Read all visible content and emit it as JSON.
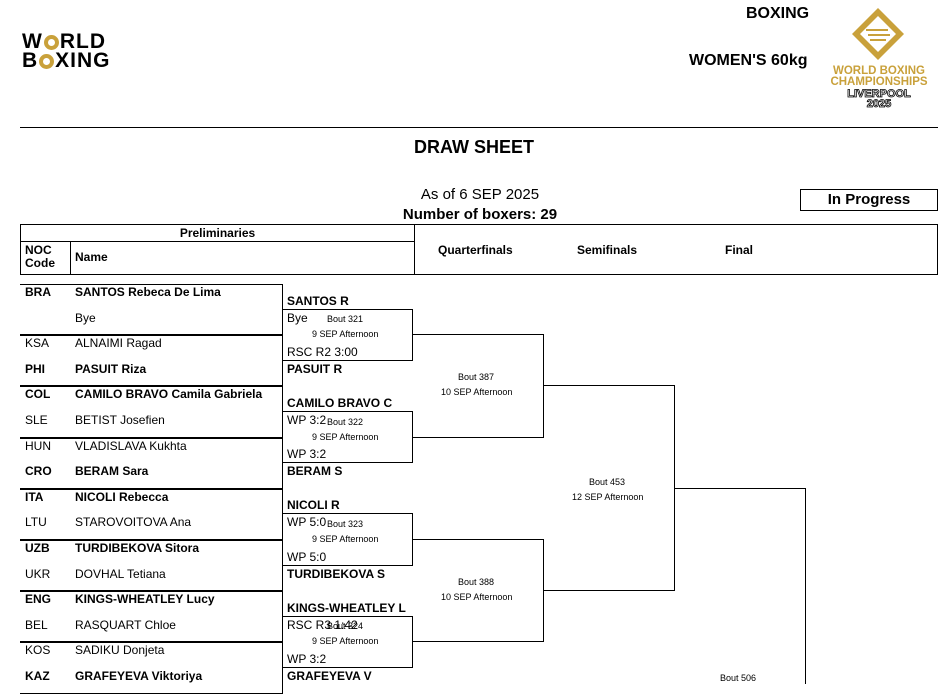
{
  "header": {
    "logo_line1a": "W",
    "logo_line1b": "RLD",
    "logo_line2a": "B",
    "logo_line2b": "XING",
    "sport": "BOXING",
    "event": "WOMEN'S 60kg",
    "champ_line1": "WORLD BOXING",
    "champ_line2": "CHAMPIONSHIPS",
    "champ_line3": "LIVERPOOL",
    "champ_line4": "2025",
    "brand_color": "#c9a13b"
  },
  "sheet": {
    "title": "DRAW SHEET",
    "as_of": "As of 6 SEP 2025",
    "num_boxers": "Number of boxers: 29",
    "status": "In Progress"
  },
  "table_header": {
    "preliminaries": "Preliminaries",
    "noc_code_1": "NOC",
    "noc_code_2": "Code",
    "name": "Name",
    "quarterfinals": "Quarterfinals",
    "semifinals": "Semifinals",
    "final": "Final"
  },
  "entries": [
    {
      "noc": "BRA",
      "name": "SANTOS Rebeca De Lima",
      "winner": true
    },
    {
      "noc": "",
      "name": "Bye",
      "winner": false
    },
    {
      "noc": "KSA",
      "name": "ALNAIMI Ragad",
      "winner": false
    },
    {
      "noc": "PHI",
      "name": "PASUIT Riza",
      "winner": true
    },
    {
      "noc": "COL",
      "name": "CAMILO BRAVO Camila Gabriela",
      "winner": true
    },
    {
      "noc": "SLE",
      "name": "BETIST Josefien",
      "winner": false
    },
    {
      "noc": "HUN",
      "name": "VLADISLAVA Kukhta",
      "winner": false
    },
    {
      "noc": "CRO",
      "name": "BERAM Sara",
      "winner": true
    },
    {
      "noc": "ITA",
      "name": "NICOLI Rebecca",
      "winner": true
    },
    {
      "noc": "LTU",
      "name": "STAROVOITOVA Ana",
      "winner": false
    },
    {
      "noc": "UZB",
      "name": "TURDIBEKOVA Sitora",
      "winner": true
    },
    {
      "noc": "UKR",
      "name": "DOVHAL Tetiana",
      "winner": false
    },
    {
      "noc": "ENG",
      "name": "KINGS-WHEATLEY Lucy",
      "winner": true
    },
    {
      "noc": "BEL",
      "name": "RASQUART Chloe",
      "winner": false
    },
    {
      "noc": "KOS",
      "name": "SADIKU Donjeta",
      "winner": false
    },
    {
      "noc": "KAZ",
      "name": "GRAFEYEVA Viktoriya",
      "winner": true
    }
  ],
  "prelim_results": [
    {
      "winner": "SANTOS R",
      "result": "Bye"
    },
    {
      "winner": "PASUIT R",
      "result": "RSC R2 3:00"
    },
    {
      "winner": "CAMILO BRAVO C",
      "result": "WP 3:2"
    },
    {
      "winner": "BERAM S",
      "result": "WP 3:2"
    },
    {
      "winner": "NICOLI R",
      "result": "WP 5:0"
    },
    {
      "winner": "TURDIBEKOVA S",
      "result": "WP 5:0"
    },
    {
      "winner": "KINGS-WHEATLEY L",
      "result": "RSC R3 1:42"
    },
    {
      "winner": "GRAFEYEVA V",
      "result": "WP 3:2"
    }
  ],
  "bouts_r16": [
    {
      "bout": "Bout  321",
      "time": "9 SEP Afternoon"
    },
    {
      "bout": "Bout  322",
      "time": "9 SEP Afternoon"
    },
    {
      "bout": "Bout  323",
      "time": "9 SEP Afternoon"
    },
    {
      "bout": "Bout  324",
      "time": "9 SEP Afternoon"
    }
  ],
  "bouts_qf": [
    {
      "bout": "Bout  387",
      "time": "10 SEP Afternoon"
    },
    {
      "bout": "Bout  388",
      "time": "10 SEP Afternoon"
    }
  ],
  "bouts_sf": [
    {
      "bout": "Bout  453",
      "time": "12 SEP Afternoon"
    }
  ],
  "bouts_final": [
    {
      "bout": "Bout  506"
    }
  ]
}
